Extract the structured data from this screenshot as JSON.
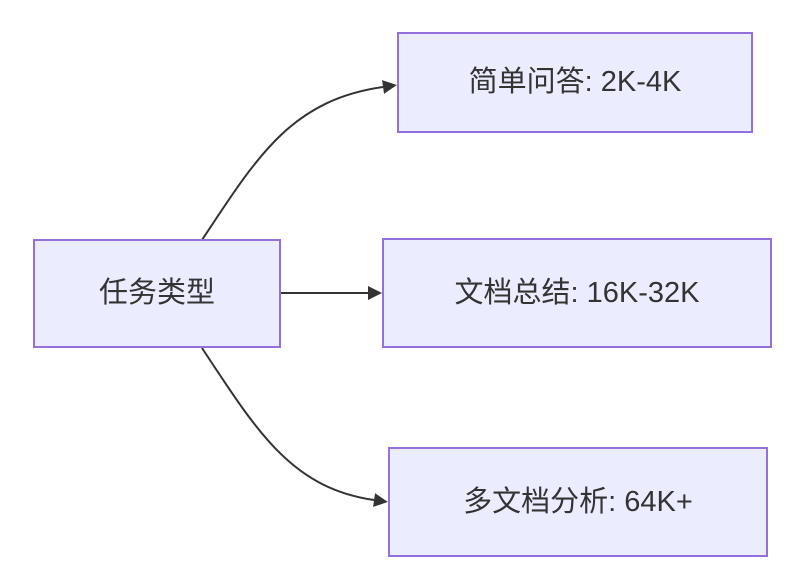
{
  "diagram": {
    "type": "flowchart",
    "root": {
      "id": "task-type",
      "label": "任务类型"
    },
    "nodes": [
      {
        "id": "simple-qa",
        "label": "简单问答: 2K-4K"
      },
      {
        "id": "doc-summary",
        "label": "文档总结: 16K-32K"
      },
      {
        "id": "multi-doc",
        "label": "多文档分析: 64K+"
      }
    ],
    "edges": [
      {
        "from": "task-type",
        "to": "simple-qa"
      },
      {
        "from": "task-type",
        "to": "doc-summary"
      },
      {
        "from": "task-type",
        "to": "multi-doc"
      }
    ],
    "colors": {
      "node_fill": "#ECECFF",
      "node_border": "#9370DB",
      "edge": "#333333",
      "text": "#333333",
      "background": "#FFFFFF"
    }
  }
}
